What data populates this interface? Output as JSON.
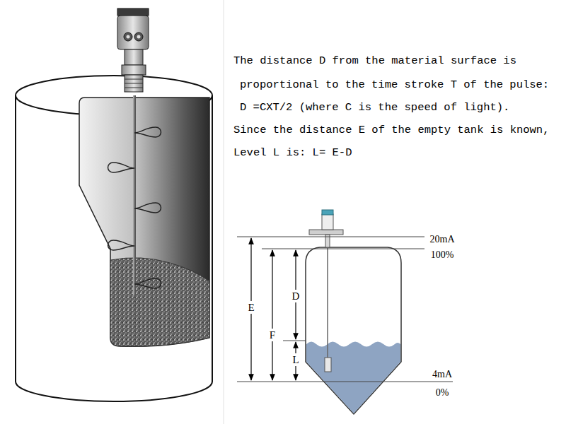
{
  "diagram": {
    "labels": [
      "The distance D from the material surface is",
      "proportional to the time stroke T of the pulse:",
      "D =CXT/2 (where C is the speed of light).",
      "Since the distance E of the empty tank is known,",
      "Level L is: L= E-D",
      "20mA",
      "100%",
      "E",
      "D",
      "F",
      "L",
      "4mA",
      "0%"
    ]
  }
}
